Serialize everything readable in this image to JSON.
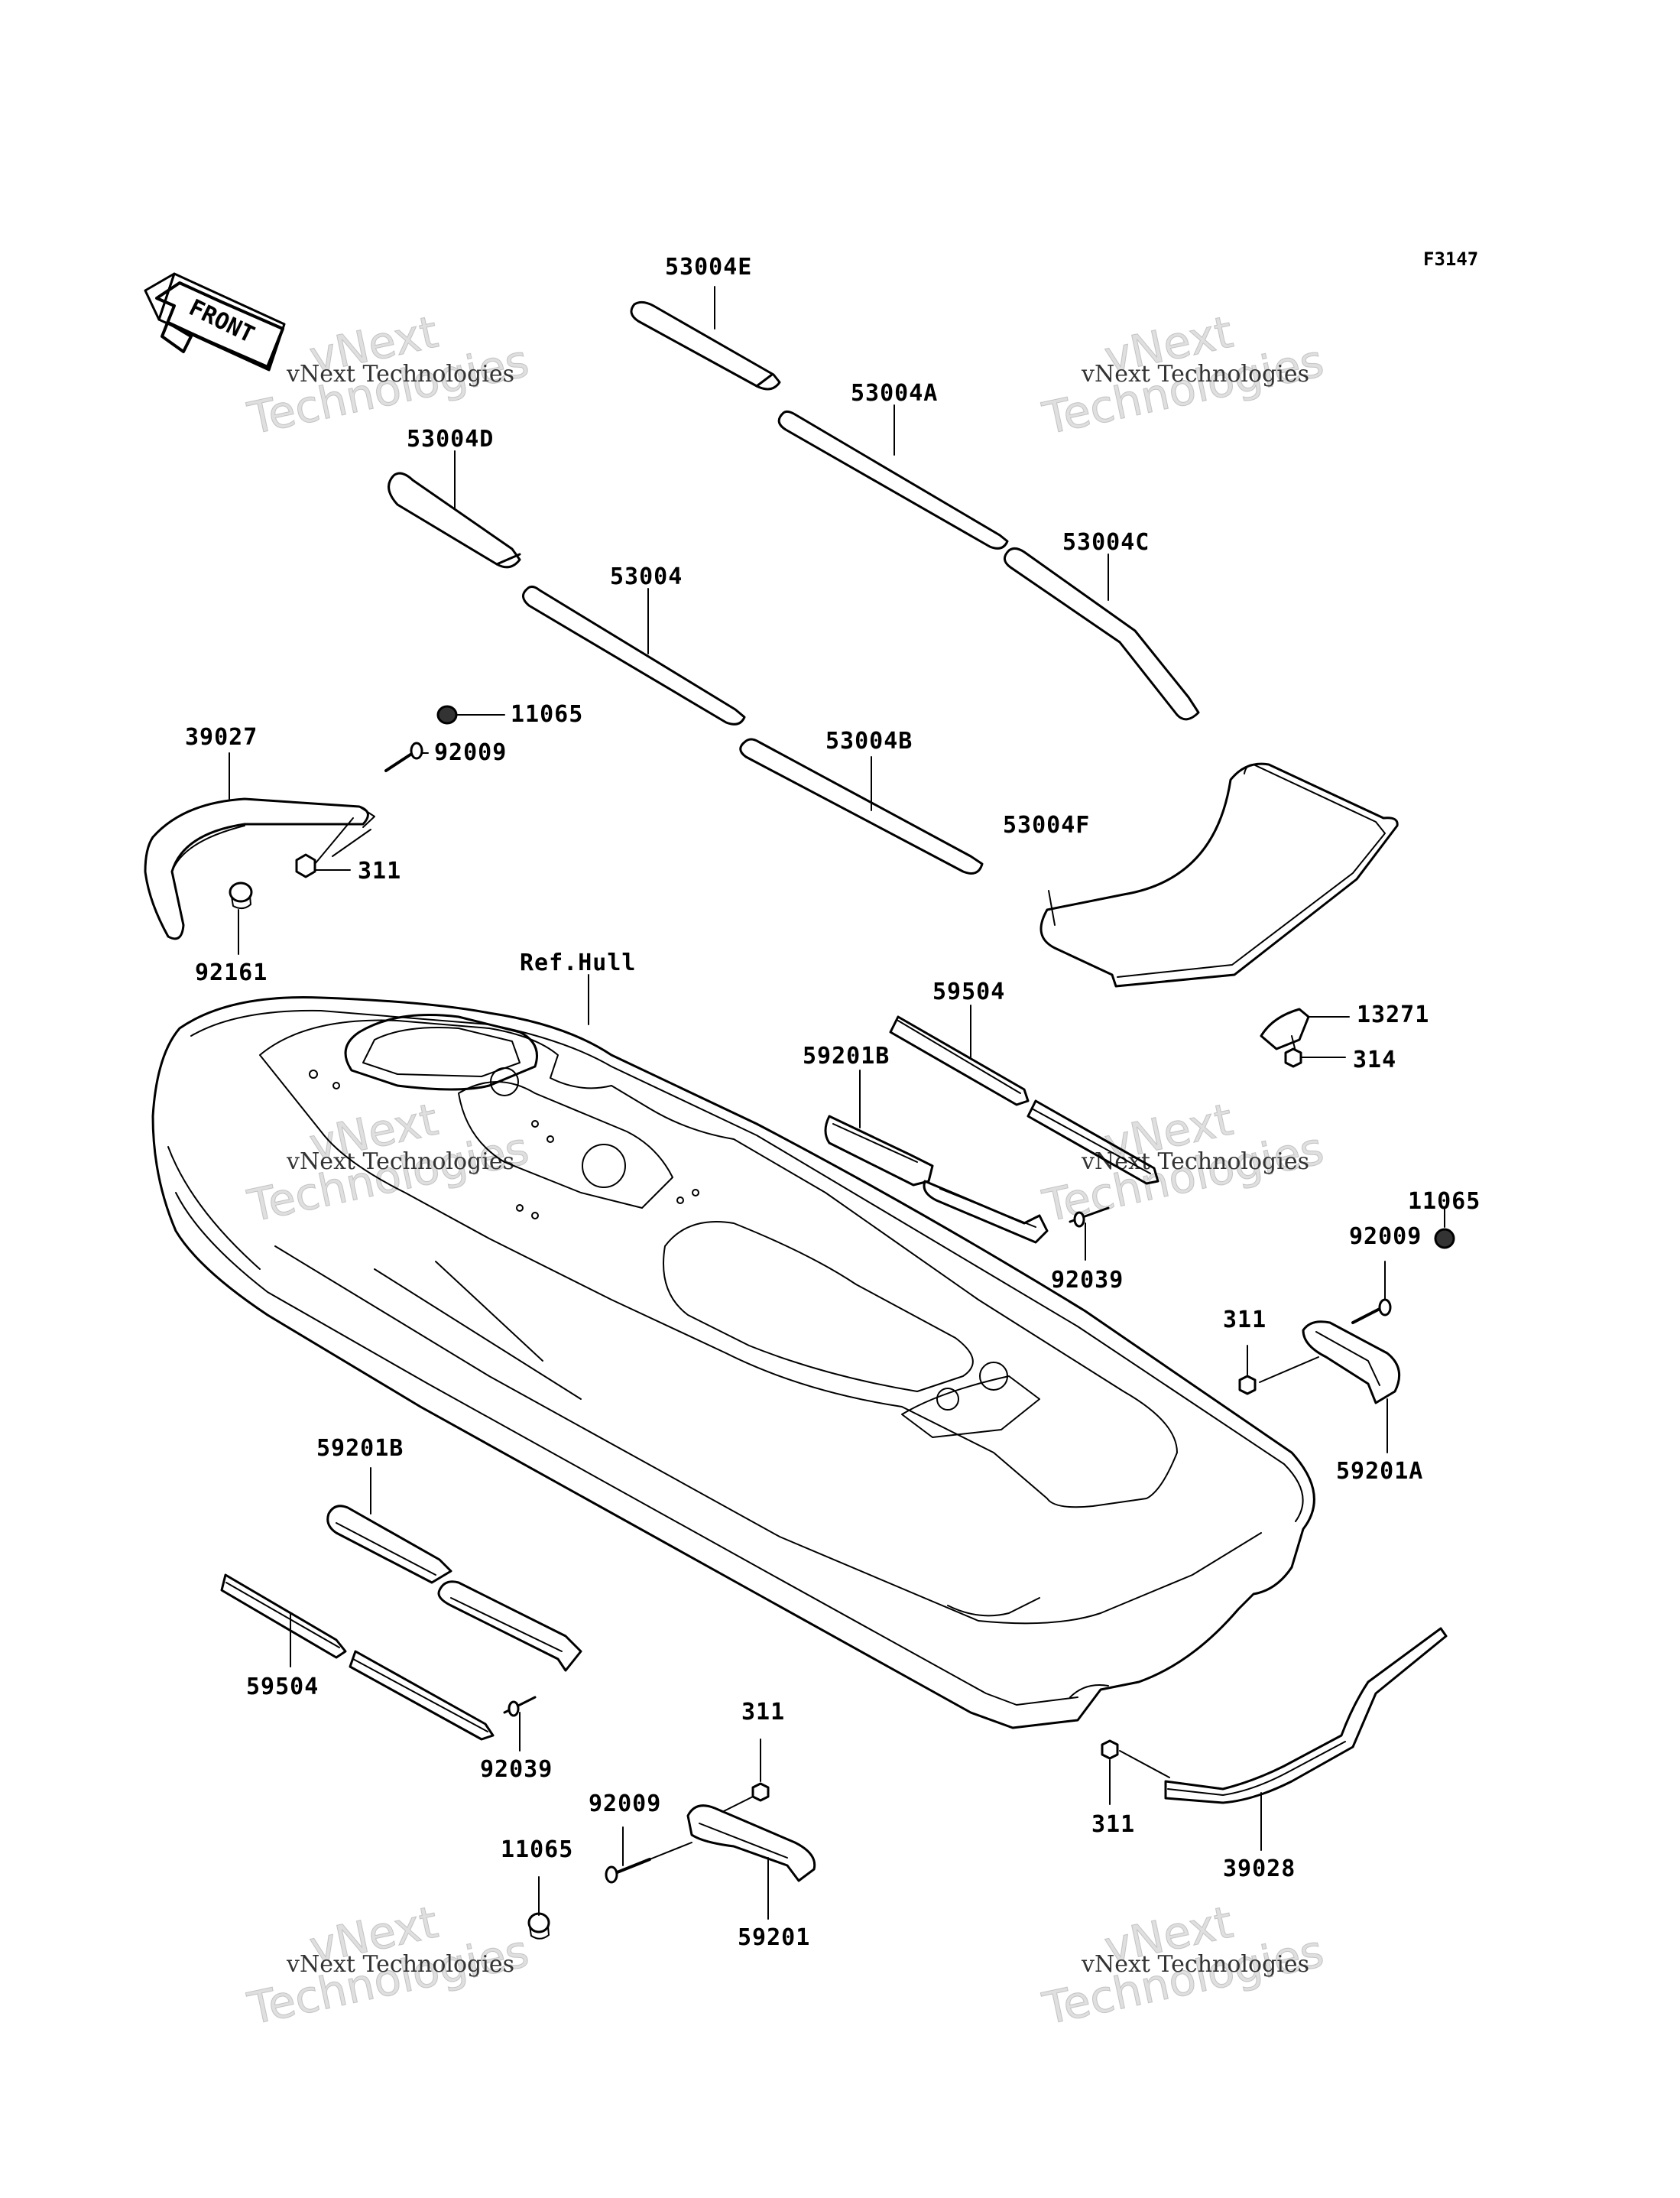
{
  "figure_code": "F3147",
  "front_label": "FRONT",
  "watermark": {
    "line1": "vNext",
    "line2": "Technologies",
    "small": "vNext Technologies"
  },
  "labels": {
    "p53004E": "53004E",
    "p53004A": "53004A",
    "p53004D": "53004D",
    "p53004": "53004",
    "p53004C": "53004C",
    "p53004B": "53004B",
    "p53004F": "53004F",
    "p39027": "39027",
    "p11065_top": "11065",
    "p92009_top": "92009",
    "p311_top": "311",
    "p92161": "92161",
    "ref_hull": "Ref.Hull",
    "p59504_top": "59504",
    "p59201B_top": "59201B",
    "p13271": "13271",
    "p314": "314",
    "p92039_right": "92039",
    "p11065_right": "11065",
    "p92009_right": "92009",
    "p311_right": "311",
    "p59201A": "59201A",
    "p59201B_bottom": "59201B",
    "p59504_bottom": "59504",
    "p92039_bottom": "92039",
    "p311_bottom": "311",
    "p92009_bottom": "92009",
    "p11065_bottom": "11065",
    "p59201": "59201",
    "p311_rear": "311",
    "p39028": "39028"
  }
}
